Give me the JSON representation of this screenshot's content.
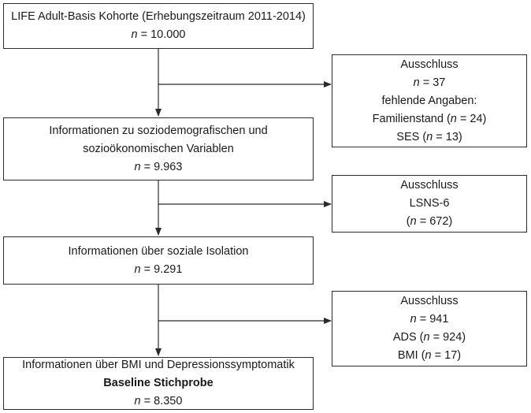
{
  "boxes": {
    "cohort": {
      "title": "LIFE Adult-Basis Kohorte (Erhebungszeitraum 2011-2014)",
      "n_label": "n",
      "n_value": " = 10.000"
    },
    "excl1": {
      "title": "Ausschluss",
      "n_label": "n",
      "n_value": " = 37",
      "line3": "fehlende Angaben:",
      "line4_pre": "Familienstand (",
      "line4_n": "n",
      "line4_post": " = 24)",
      "line5_pre": "SES (",
      "line5_n": "n",
      "line5_post": " = 13)"
    },
    "socio": {
      "line1": "Informationen zu soziodemografischen und",
      "line2": "sozioökonomischen Variablen",
      "n_label": "n",
      "n_value": " = 9.963"
    },
    "excl2": {
      "title": "Ausschluss",
      "line2": "LSNS-6",
      "line3_pre": "(",
      "line3_n": "n",
      "line3_post": " = 672)"
    },
    "isolation": {
      "title": "Informationen über soziale Isolation",
      "n_label": "n",
      "n_value": " = 9.291"
    },
    "excl3": {
      "title": "Ausschluss",
      "n_label": "n",
      "n_value": " = 941",
      "line3_pre": "ADS (",
      "line3_n": "n",
      "line3_post": " = 924)",
      "line4_pre": "BMI (",
      "line4_n": "n",
      "line4_post": " = 17)"
    },
    "baseline": {
      "title": "Informationen über BMI und Depressionssymptomatik",
      "bold_label": "Baseline Stichprobe",
      "n_label": "n",
      "n_value": " = 8.350"
    }
  }
}
